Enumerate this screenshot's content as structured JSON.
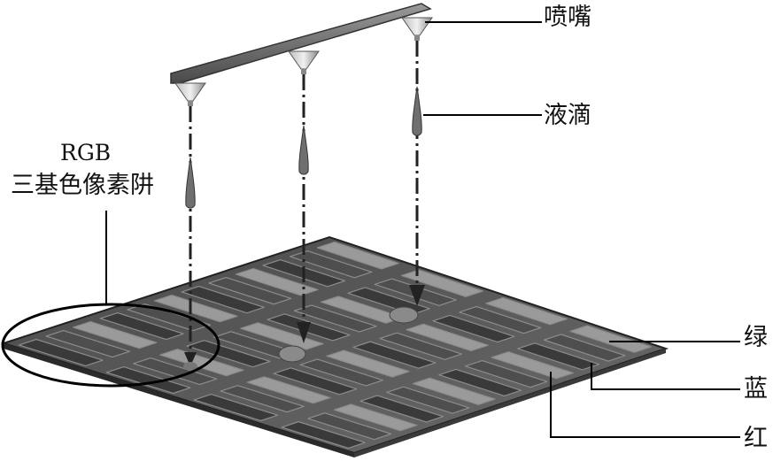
{
  "labels": {
    "rgb_line1": "RGB",
    "rgb_line2": "三基色像素阱",
    "nozzle": "喷嘴",
    "droplet": "液滴",
    "green": "绿",
    "blue": "蓝",
    "red": "红"
  },
  "colors": {
    "panel_top": "#5d5d5d",
    "panel_edge": "#2a2a2a",
    "well_dark": "#3a3a3a",
    "well_light": "#9a9a9a",
    "ink_drop": "#6f6f6f",
    "rail": "#7a7a7a",
    "outline": "#000000"
  },
  "icons": {
    "nozzle": "funnel-nozzle-icon",
    "droplet": "ink-drop-icon"
  }
}
